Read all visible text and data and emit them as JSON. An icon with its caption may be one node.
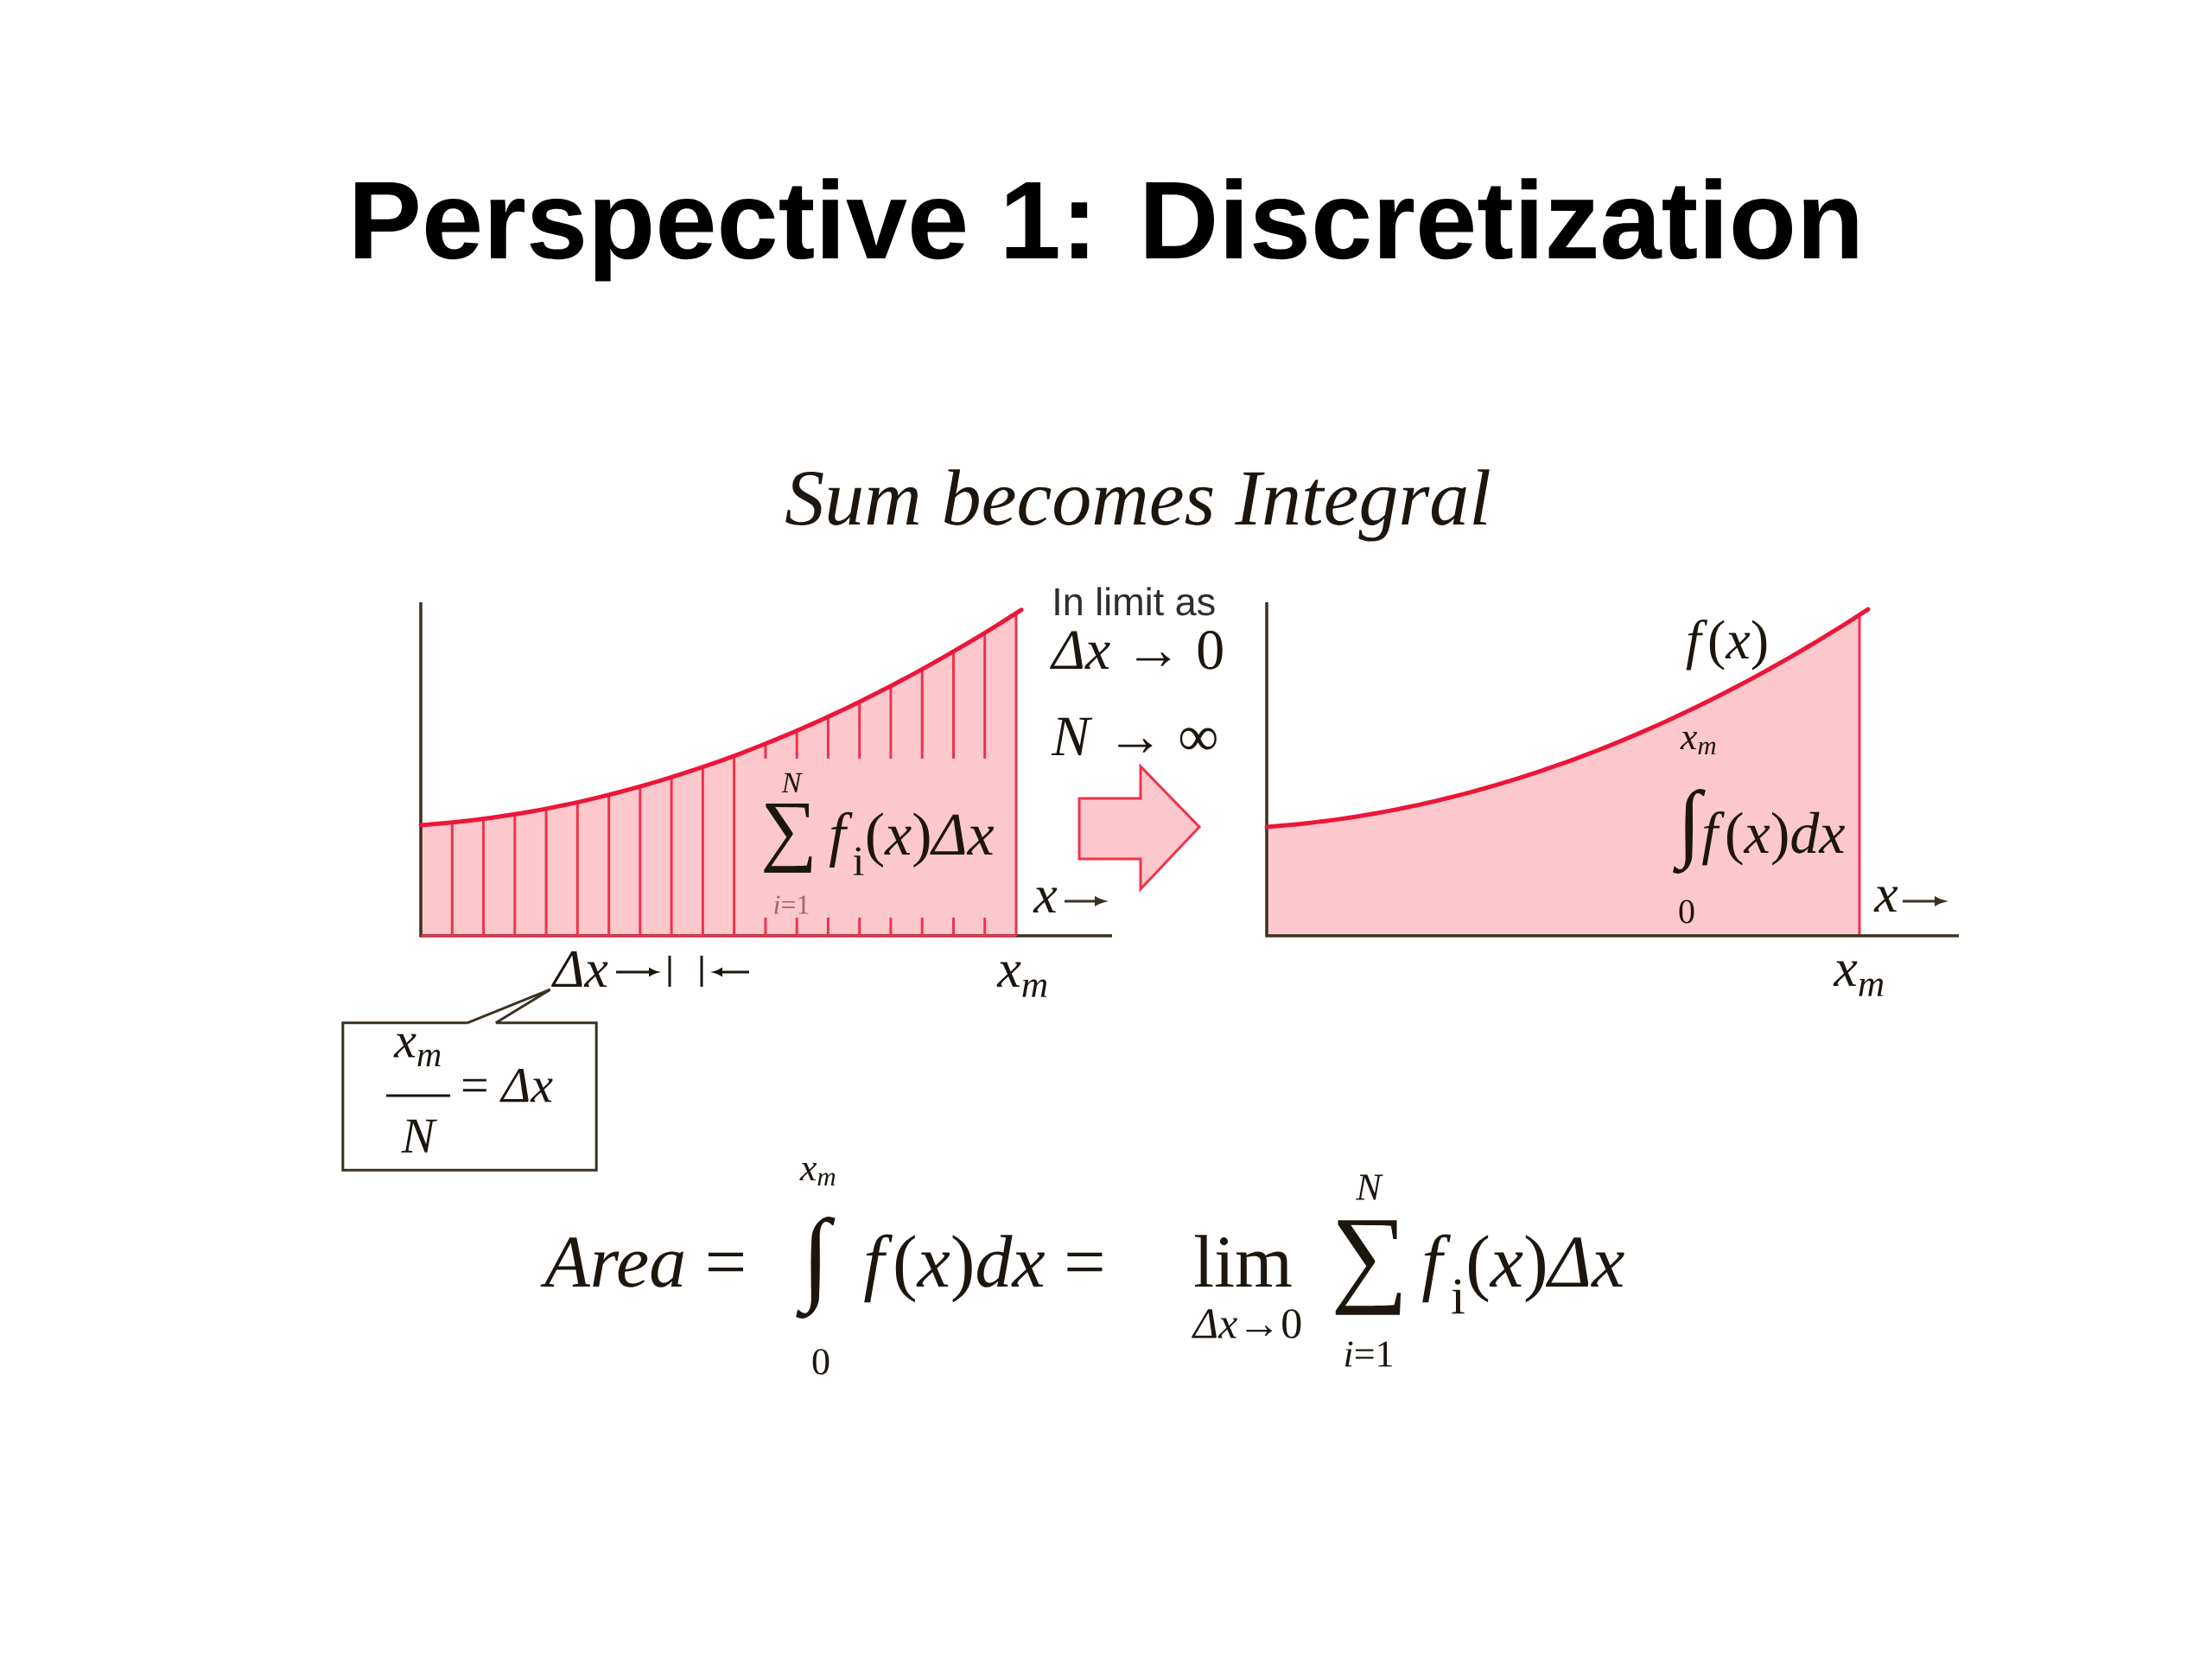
{
  "diagram": {
    "title": "Perspective 1: Discretization",
    "nodes": [
      {
        "text": [
          "x$_{m}$",
          "N",
          "= *Δx*"
        ]
      },
      {
        "text": [
          "Δx"
        ]
      }
    ],
    "edges": [
      {
        "from": 0,
        "to": 1,
        "arrow": "none"
      }
    ],
    "labels": [
      "Sum becomes Integral",
      "N",
      "∑",
      "*f*$_{i}$(*x*)*Δx*",
      "*i*=1",
      "x",
      "x$_{m}$",
      "In limit as",
      "*Δx* → 0",
      "*N* → ∞",
      "*f*(*x*)",
      "x$_{m}$",
      "∫",
      "*f*(*x*)*dx*",
      "0",
      "x",
      "x$_{m}$",
      "*Area* =",
      "x$_{m}$",
      "∫",
      "0",
      "*f*(*x*)*dx* =",
      "lim",
      "*Δx*→0",
      "N",
      "∑",
      "*i*=1",
      "*f*$_{i}$(*x*)*Δx*"
    ]
  }
}
